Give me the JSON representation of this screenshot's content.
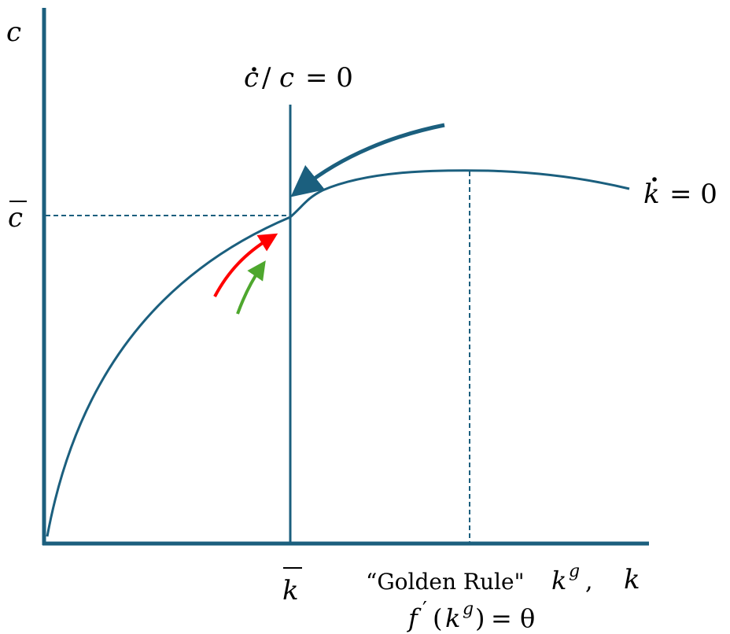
{
  "colors": {
    "axis": "#1b5f7e",
    "curve": "#1b5f7e",
    "red_arrow": "#ff0000",
    "green_arrow": "#4ea72e",
    "text": "#000000"
  },
  "labels": {
    "y_axis": "c",
    "x_axis": "k",
    "c_bar": "c",
    "k_bar": "k",
    "cdot_var": "c",
    "cdot_rest": "/",
    "cdot_c2": "c",
    "cdot_eq": "= 0",
    "kdot_var": "k",
    "kdot_eq": "= 0",
    "golden_rule_text": "“Golden Rule\"",
    "golden_rule_k": "k",
    "golden_rule_sup": "g",
    "golden_rule_comma": ",",
    "fprime_f": "f",
    "fprime_prime": "′",
    "fprime_open": "(",
    "fprime_k": "k",
    "fprime_sup": "g",
    "fprime_close": ")",
    "fprime_eq": "= θ"
  }
}
